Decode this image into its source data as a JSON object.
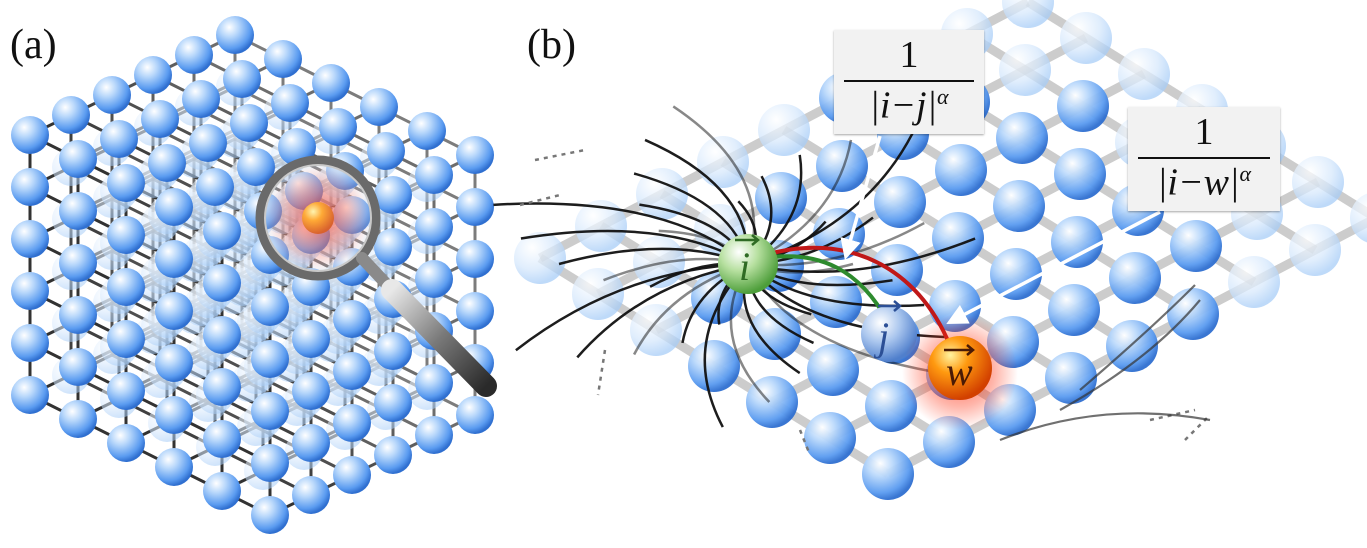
{
  "panels": {
    "a": {
      "label": "(a)"
    },
    "b": {
      "label": "(b)"
    }
  },
  "sites": {
    "i": {
      "symbol": "i",
      "color": "#5fb24a"
    },
    "j": {
      "symbol": "j",
      "color": "#5b86c8"
    },
    "w": {
      "symbol": "w",
      "color": "#f07a10"
    }
  },
  "formulas": {
    "ij": {
      "numerator": "1",
      "denominator": "|i−j|",
      "exponent": "α"
    },
    "iw": {
      "numerator": "1",
      "denominator": "|i−w|",
      "exponent": "α"
    }
  },
  "colors": {
    "atom": "#8fbff6",
    "atom_dark": "#3a78d8",
    "bond": "#2b2b2b",
    "highlight": "#e03010",
    "path_ij": "#2e8b2e",
    "path_iw": "#c01818",
    "coupling_lines": "#111111"
  },
  "icons": {
    "magnifier": "magnifying-glass-icon"
  }
}
